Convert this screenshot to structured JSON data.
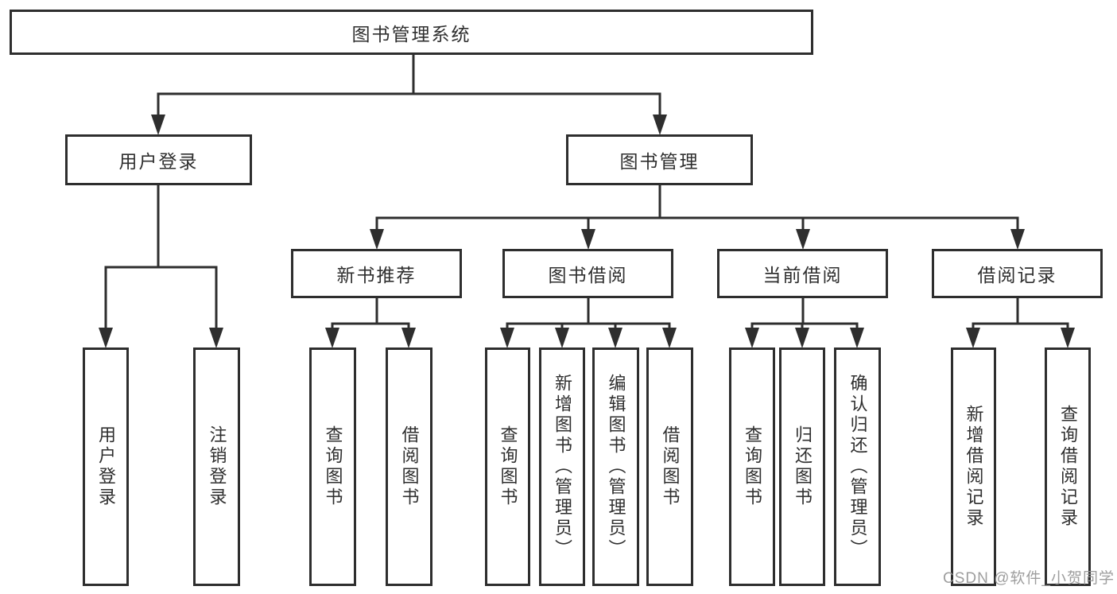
{
  "diagram_title": "图书管理系统",
  "tree": {
    "root": "图书管理系统",
    "branches": [
      {
        "label": "用户登录",
        "leaves": [
          "用户登录",
          "注销登录"
        ]
      },
      {
        "label": "图书管理",
        "groups": [
          {
            "label": "新书推荐",
            "leaves": [
              "查询图书",
              "借阅图书"
            ]
          },
          {
            "label": "图书借阅",
            "leaves": [
              "查询图书",
              "新增图书（管理员）",
              "编辑图书（管理员）",
              "借阅图书"
            ]
          },
          {
            "label": "当前借阅",
            "leaves": [
              "查询图书",
              "归还图书",
              "确认归还（管理员）"
            ]
          },
          {
            "label": "借阅记录",
            "leaves": [
              "新增借阅记录",
              "查询借阅记录"
            ]
          }
        ]
      }
    ]
  },
  "watermark": {
    "text": "CSDN @软件_小贺同学"
  },
  "colors": {
    "line": "#2e2e2e",
    "box_border": "#2e2e2e",
    "box_background": "#ffffff",
    "text": "#2f2f2f",
    "watermark": "#969696",
    "background": "#ffffff"
  }
}
